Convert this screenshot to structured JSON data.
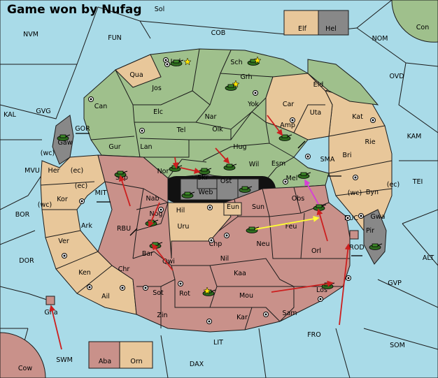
{
  "title": "Game won by Nufag",
  "colors": {
    "sea": "#a9dbe8",
    "green": "#9fc08c",
    "tan": "#e8c79a",
    "red": "#c9918a",
    "grey": "#888888",
    "order_red": "#cc1f1f",
    "order_yellow": "#ffff33",
    "order_magenta": "#d63fd6"
  },
  "regions": {
    "sea": [
      "NVM",
      "FUN",
      "COB",
      "NOM",
      "OVD",
      "KAL",
      "GVG",
      "KAM",
      "MVU",
      "TEI",
      "BOR",
      "DOR",
      "ALT",
      "GVP",
      "SOM",
      "FRO",
      "LIT",
      "DAX",
      "SWM",
      "SMA",
      "MIT",
      "RBU",
      "GOR",
      "BUC",
      "ROD",
      "Sol"
    ],
    "green": [
      "Jad",
      "Sch",
      "Grh",
      "Jos",
      "Can",
      "Elc",
      "Nar",
      "Tel",
      "Olk",
      "Gur",
      "Lan",
      "Hug",
      "Yok",
      "Wil",
      "Esm",
      "Mel",
      "Nor",
      "Eld",
      "Con"
    ],
    "tan": [
      "Qua",
      "Car",
      "Uta",
      "Kat",
      "Amp",
      "Bri",
      "Rie",
      "Byn",
      "Her",
      "Kor",
      "Ver",
      "Ark",
      "Ken",
      "Chr",
      "Ail",
      "Elf",
      "Orn",
      "Hil",
      "Uru",
      "Chp",
      "Eun",
      "Gwa"
    ],
    "red": [
      "Sap",
      "Nab",
      "Nog",
      "Bar",
      "Qwi",
      "Sot",
      "Rot",
      "Zin",
      "Kar",
      "Sam",
      "Los",
      "Orl",
      "Neu",
      "Feu",
      "Obs",
      "Sun",
      "Nil",
      "Kaa",
      "Mou",
      "Aba",
      "Cow",
      "Gna"
    ],
    "grey": [
      "Hel",
      "Pir",
      "Gaw",
      "Skr",
      "Web",
      "Ost"
    ]
  },
  "coast_tags": [
    "(wc)",
    "(ec)",
    "(ec)",
    "(wc)",
    "(wc)",
    "(ec)"
  ],
  "units": [
    "army",
    "army",
    "army",
    "army",
    "army",
    "army",
    "army",
    "army",
    "army",
    "army",
    "army",
    "army",
    "army",
    "army",
    "army",
    "army",
    "army"
  ],
  "stars": 4
}
